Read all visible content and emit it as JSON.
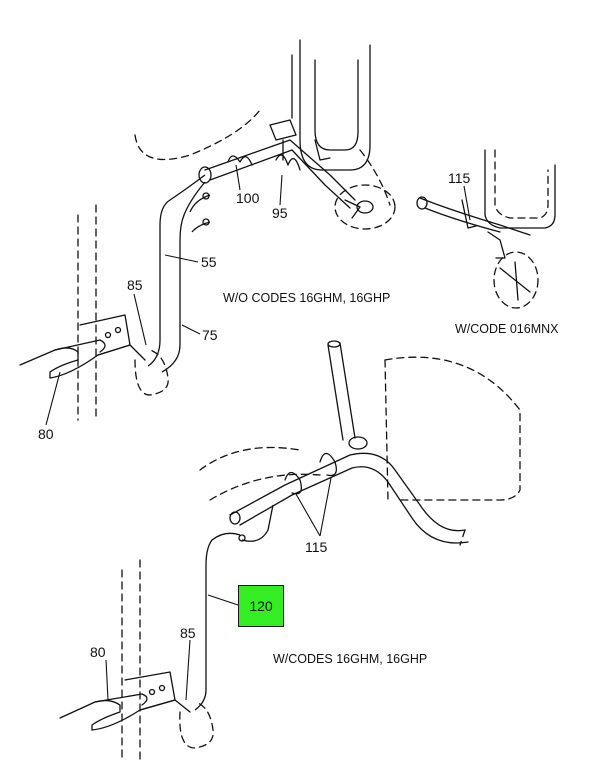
{
  "captions": {
    "upper": "W/O CODES 16GHM, 16GHP",
    "side": "W/CODE 016MNX",
    "lower": "W/CODES 16GHM, 16GHP"
  },
  "callouts": {
    "c100": "100",
    "c95": "95",
    "c55": "55",
    "c85_top": "85",
    "c75": "75",
    "c80_top": "80",
    "c115_side": "115",
    "c115_lower": "115",
    "c120": "120",
    "c85_bottom": "85",
    "c80_bottom": "80"
  },
  "colors": {
    "highlight": "#33ee22",
    "line": "#111111"
  }
}
